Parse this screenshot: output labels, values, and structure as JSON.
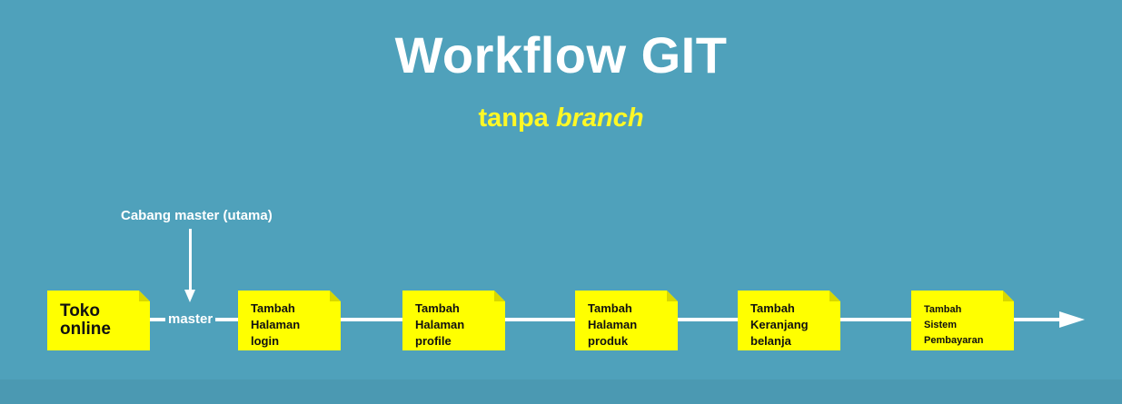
{
  "title": "Workflow GIT",
  "subtitle": {
    "prefix": "tanpa ",
    "emphasis": "branch"
  },
  "pointer_label": "Cabang master (utama)",
  "branch_label": "master",
  "nodes": [
    "Toko\nonline",
    "Tambah\nHalaman\nlogin",
    "Tambah\nHalaman\nprofile",
    "Tambah\nHalaman\nproduk",
    "Tambah\nKeranjang\nbelanja",
    "Tambah\nSistem\nPembayaran"
  ],
  "colors": {
    "background": "#4fa1bb",
    "node_fill": "#ffff00",
    "title": "#ffffff",
    "subtitle": "#fff826",
    "lines": "#ffffff"
  }
}
